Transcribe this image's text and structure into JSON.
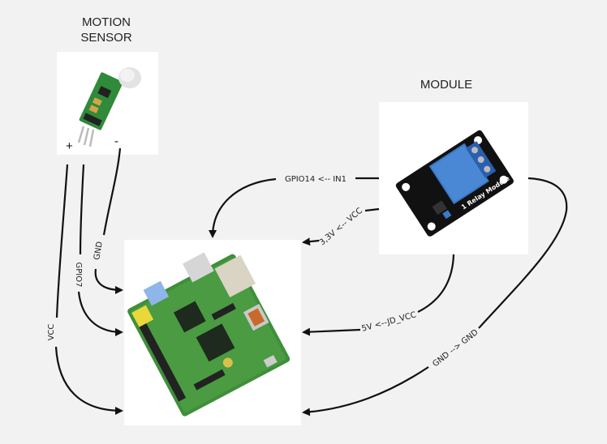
{
  "components": {
    "motion_sensor": {
      "title_line1": "MOTION",
      "title_line2": "SENSOR",
      "pin_plus": "+",
      "pin_minus": "-"
    },
    "relay_module": {
      "title": "MODULE",
      "board_text": "1 Relay Module"
    },
    "raspberry_pi": {
      "name": "Raspberry Pi"
    }
  },
  "connections": [
    {
      "id": "sensor-gnd",
      "label": "GND",
      "from": "motion_sensor -",
      "to": "raspberry_pi"
    },
    {
      "id": "sensor-gpio7",
      "label": "GPIO7",
      "from": "motion_sensor out",
      "to": "raspberry_pi"
    },
    {
      "id": "sensor-vcc",
      "label": "VCC",
      "from": "motion_sensor +",
      "to": "raspberry_pi"
    },
    {
      "id": "relay-in1",
      "label": "GPIO14 <-- IN1",
      "from": "relay_module",
      "to": "raspberry_pi"
    },
    {
      "id": "relay-vcc",
      "label": "3,3V <-- VCC",
      "from": "relay_module",
      "to": "raspberry_pi"
    },
    {
      "id": "relay-jdvcc",
      "label": "5V <--JD_VCC",
      "from": "relay_module",
      "to": "raspberry_pi"
    },
    {
      "id": "relay-gnd",
      "label": "GND --> GND",
      "from": "relay_module",
      "to": "raspberry_pi"
    }
  ],
  "colors": {
    "background": "#f2f2f2",
    "wire": "#111111",
    "pcb_green": "#2f7d32",
    "relay_blue": "#3a78c9",
    "relay_board": "#111111"
  }
}
